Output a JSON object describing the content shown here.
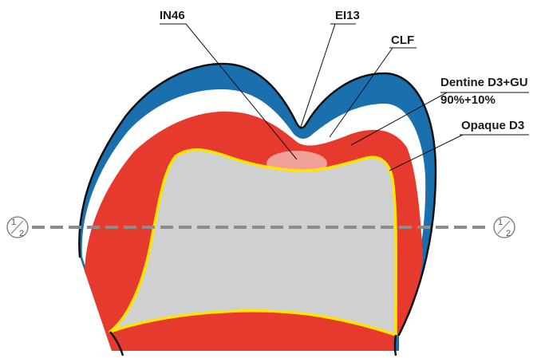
{
  "labels": {
    "in46": "IN46",
    "ei13": "EI13",
    "clf": "CLF",
    "dentine_line1": "Dentine D3+GU",
    "dentine_line2": "90%+10%",
    "opaque": "Opaque D3"
  },
  "half_marker": {
    "numerator": "1",
    "denominator": "2"
  },
  "colors": {
    "enamel_blue": "#1a6fae",
    "dentine_red": "#e63a2e",
    "incisal_pink": "#f4a09a",
    "core_gray": "#cfd0d2",
    "opaque_yellow": "#ffe600",
    "dashed_line": "#8c8c8c",
    "outline": "#111111"
  }
}
